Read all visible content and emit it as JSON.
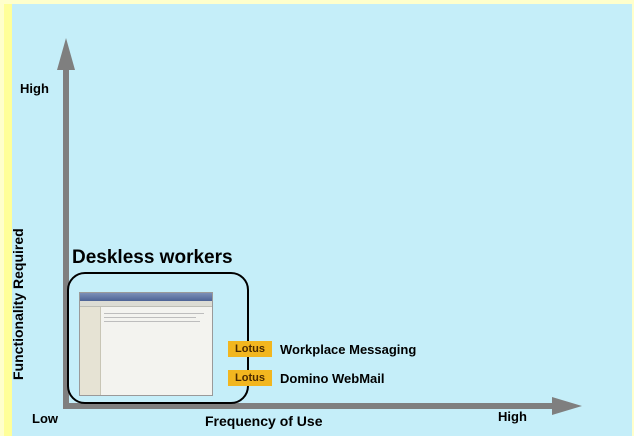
{
  "axes": {
    "y_label": "Functionality Required",
    "y_high": "High",
    "x_label": "Frequency of Use",
    "x_low": "Low",
    "x_high": "High"
  },
  "group": {
    "title": "Deskless workers"
  },
  "products": [
    {
      "badge": "Lotus",
      "name": "Workplace Messaging"
    },
    {
      "badge": "Lotus",
      "name": "Domino WebMail"
    }
  ],
  "colors": {
    "panel": "#c5eef9",
    "border": "#ffffcc",
    "axis": "#7f7f7f",
    "badge": "#f2b61f"
  }
}
